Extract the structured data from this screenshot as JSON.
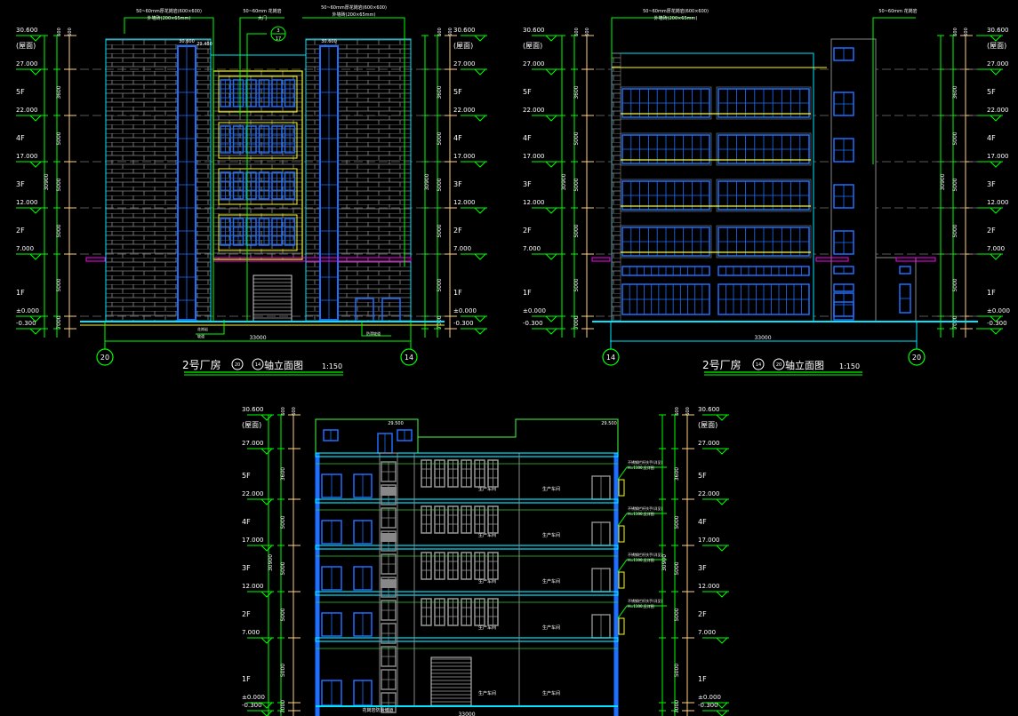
{
  "colors": {
    "background": "#000000",
    "dimension": "#00ff00",
    "wall_outline": "#00e5ff",
    "frame": "#ffff00",
    "window": "#1e6fff",
    "band": "#ff00ff",
    "brick": "#8a8a8a",
    "text": "#ffffff",
    "chain": "#ffd27f"
  },
  "levels": [
    {
      "name": "",
      "elev": "30.600"
    },
    {
      "name": "(屋面)",
      "elev": "27.000"
    },
    {
      "name": "5F",
      "elev": "22.000"
    },
    {
      "name": "4F",
      "elev": "17.000"
    },
    {
      "name": "3F",
      "elev": "12.000"
    },
    {
      "name": "2F",
      "elev": "7.000"
    },
    {
      "name": "1F",
      "elev": "±0.000"
    },
    {
      "name": "",
      "elev": "-0.300"
    }
  ],
  "floor_dims": [
    "3600",
    "5000",
    "5000",
    "5000",
    "5000",
    "7000"
  ],
  "total_height": "30900",
  "top_dims": [
    "600",
    "600"
  ],
  "drawings": [
    {
      "title": "2号厂房",
      "axis_a": "20",
      "axis_b": "14",
      "suffix": "轴立面图",
      "scale": "1:150",
      "grid_left": "20",
      "grid_right": "14",
      "overall_dim": "33000",
      "notes": [
        "50~60mm厚花岗岩(600×600)",
        "外墙砖(200×65mm)",
        "50~60mm 花岗岩",
        "大门",
        "50~60mm厚花岗岩(600×600)",
        "外墙砖(200×65mm)"
      ],
      "section_ref": "3",
      "section_sheet": "17",
      "parapet_elev": "29.400",
      "bottom_notes": [
        "花岗岩",
        "坡道",
        "防滑坡道"
      ]
    },
    {
      "title": "2号厂房",
      "axis_a": "14",
      "axis_b": "20",
      "suffix": "轴立面图",
      "scale": "1:150",
      "grid_left": "14",
      "grid_right": "20",
      "overall_dim": "33000",
      "notes": [
        "50~60mm厚花岗岩(600×600)",
        "外墙砖(200×65mm)",
        "50~60mm 花岗岩"
      ]
    }
  ],
  "section": {
    "room_label": "生产车间",
    "top_elev": "29.500",
    "bottom_note": "花岗岩防滑坡道",
    "overall_dim": "33000",
    "notes": [
      "不锈钢栏杆扶手(详见)",
      "H=1100,见详图"
    ]
  }
}
